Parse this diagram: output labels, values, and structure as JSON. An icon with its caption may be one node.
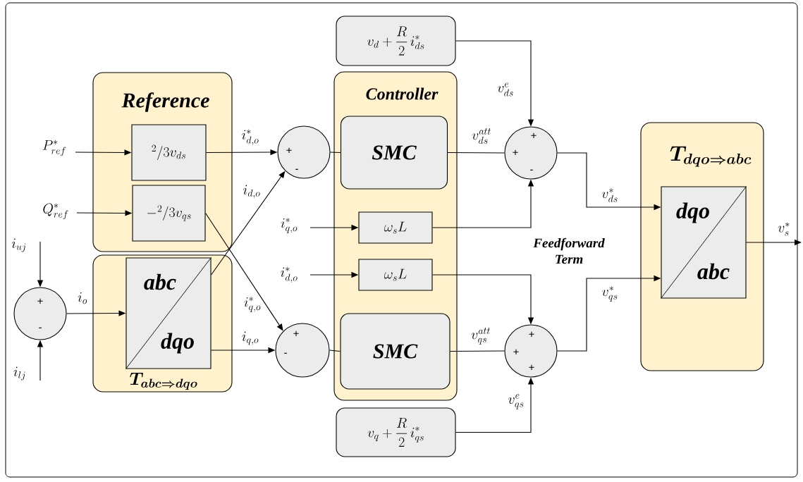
{
  "diagram": {
    "nodes": [
      {
        "text": [
          "Reference"
        ]
      },
      {
        "text": [
          "{}^{2}/3v_{ds}"
        ],
        "in": 0
      },
      {
        "text": [
          "-{}^{2}/3v_{qs}"
        ],
        "in": 0
      },
      {
        "text": [
          "T_{abc\\Rightarrow dqo}"
        ]
      },
      {
        "text": [
          "abc",
          "dqo"
        ],
        "in": 3
      },
      {
        "text": [
          "+",
          "-"
        ]
      },
      {
        "text": [
          "+",
          "-"
        ]
      },
      {
        "text": [
          "+",
          "-"
        ]
      },
      {
        "text": [
          "Controller"
        ]
      },
      {
        "text": [
          "SMC"
        ],
        "in": 8
      },
      {
        "text": [
          "\\omega_s L"
        ],
        "in": 8
      },
      {
        "text": [
          "\\omega_s L"
        ],
        "in": 8
      },
      {
        "text": [
          "SMC"
        ],
        "in": 8
      },
      {
        "text": [
          "v_d + \\frac{R}{2}\\, i^*_{ds}"
        ]
      },
      {
        "text": [
          "v_q + \\frac{R}{2}\\, i^*_{qs}"
        ]
      },
      {
        "text": [
          "+",
          "+",
          "-"
        ]
      },
      {
        "text": [
          "+",
          "+",
          "+"
        ]
      },
      {
        "text": [
          "T_{dqo\\Rightarrow abc}"
        ]
      },
      {
        "text": [
          "dqo",
          "abc"
        ],
        "in": 17
      }
    ],
    "edges": [
      {
        "from": null,
        "to": 5,
        "arrow": "to",
        "label": "i_{uj}"
      },
      {
        "from": null,
        "to": 5,
        "arrow": "to",
        "label": "i_{lj}"
      },
      {
        "from": 5,
        "to": 4,
        "arrow": "to",
        "label": "i_o"
      },
      {
        "from": null,
        "to": 1,
        "arrow": "to",
        "label": "P^*_{ref}"
      },
      {
        "from": null,
        "to": 2,
        "arrow": "to",
        "label": "Q^*_{ref}"
      },
      {
        "from": 1,
        "to": 6,
        "arrow": "to",
        "label": "i^*_{d,o}"
      },
      {
        "from": 4,
        "to": 6,
        "arrow": "to",
        "label": "i_{d,o}"
      },
      {
        "from": 2,
        "to": 7,
        "arrow": "to",
        "label": "i^*_{q,o}"
      },
      {
        "from": 4,
        "to": 7,
        "arrow": "to",
        "label": "i_{q,o}"
      },
      {
        "from": 6,
        "to": 9,
        "arrow": "none"
      },
      {
        "from": 7,
        "to": 12,
        "arrow": "none"
      },
      {
        "from": null,
        "to": 10,
        "arrow": "to",
        "label": "i^*_{q,o}"
      },
      {
        "from": null,
        "to": 11,
        "arrow": "to",
        "label": "i^*_{d,o}"
      },
      {
        "from": 9,
        "to": 15,
        "arrow": "none",
        "label": "v^{att}_{ds}"
      },
      {
        "from": 13,
        "to": 15,
        "arrow": "to",
        "label": "v^{e}_{ds}"
      },
      {
        "from": 10,
        "to": 15,
        "arrow": "to"
      },
      {
        "from": 11,
        "to": 16,
        "arrow": "to"
      },
      {
        "from": 12,
        "to": 16,
        "arrow": "none",
        "label": "v^{att}_{qs}"
      },
      {
        "from": 14,
        "to": 16,
        "arrow": "to",
        "label": "v^{e}_{qs}"
      },
      {
        "from": 15,
        "to": 18,
        "arrow": "to",
        "label": "v^*_{ds}"
      },
      {
        "from": 16,
        "to": 18,
        "arrow": "to",
        "label": "v^*_{qs}"
      },
      {
        "from": 18,
        "to": null,
        "arrow": "to",
        "label": "v^*_{s}"
      }
    ],
    "labels": [
      "Feedforward Term"
    ]
  }
}
